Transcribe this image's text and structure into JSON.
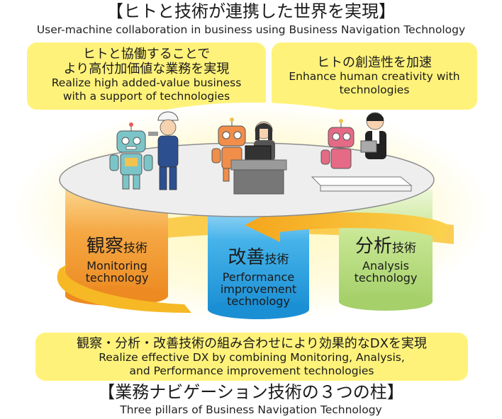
{
  "header": {
    "title": "【ヒトと技術が連携した世界を実現】",
    "subtitle": "User-machine collaboration in business using Business Navigation Technology"
  },
  "callouts": {
    "left": {
      "jp1": "ヒトと協働することで",
      "jp2": "より高付加価値な業務を実現",
      "en1": "Realize high added-value business",
      "en2": "with a support of technologies"
    },
    "right": {
      "jp1": "ヒトの創造性を加速",
      "en1": "Enhance human creativity with",
      "en2": "technologies"
    },
    "bottom": {
      "jp1": "観察・分析・改善技術の組み合わせにより効果的なDXを実現",
      "en1": "Realize effective DX by combining Monitoring, Analysis,",
      "en2": "and Performance improvement technologies"
    }
  },
  "pillars": [
    {
      "jp_main": "観察",
      "jp_suffix": "技術",
      "en1": "Monitoring",
      "en2": "technology",
      "en3": "",
      "color": "#f0a23a"
    },
    {
      "jp_main": "改善",
      "jp_suffix": "技術",
      "en1": "Performance",
      "en2": "improvement",
      "en3": "technology",
      "color": "#2ba0df"
    },
    {
      "jp_main": "分析",
      "jp_suffix": "技術",
      "en1": "Analysis",
      "en2": "technology",
      "en3": "",
      "color": "#b6dc7d"
    }
  ],
  "footer": {
    "title": "【業務ナビゲーション技術の３つの柱】",
    "subtitle": "Three pillars of Business Navigation Technology"
  },
  "colors": {
    "callout_bg": "#fff27a",
    "arrow": "#f6b824",
    "disc": "#eeeeee",
    "glow": "#fff7b8"
  }
}
